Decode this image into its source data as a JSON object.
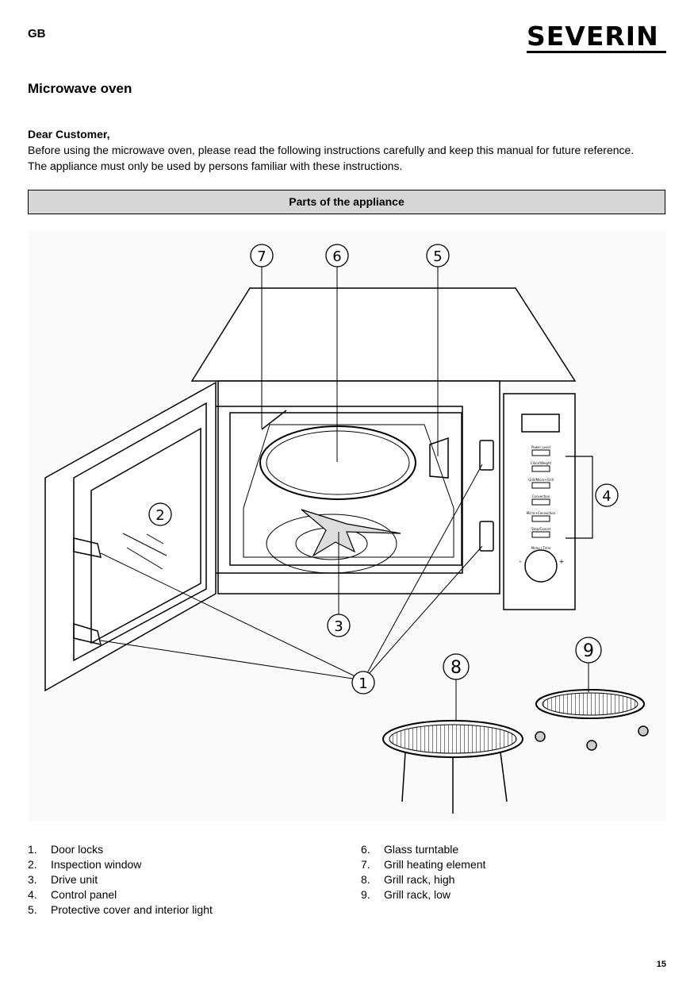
{
  "header": {
    "language": "GB",
    "brand": "SEVERIN"
  },
  "title": "Microwave oven",
  "greeting": "Dear Customer,",
  "intro": "Before using the microwave oven, please read the following instructions carefully and keep this manual for future reference. The appliance must only be used by persons familiar with these instructions.",
  "section_title": "Parts of the appliance",
  "figure": {
    "callouts": [
      "1",
      "2",
      "3",
      "4",
      "5",
      "6",
      "7",
      "8",
      "9"
    ],
    "panel_labels": [
      "Power Level",
      "Clock/Weight",
      "Grill/Micro+Grill",
      "Convection",
      "Micro+Convection",
      "Stop/Cancel",
      "Menu / Time",
      "-",
      "+"
    ]
  },
  "parts": [
    {
      "num": "1.",
      "label": "Door locks"
    },
    {
      "num": "2.",
      "label": "Inspection window"
    },
    {
      "num": "3.",
      "label": "Drive unit"
    },
    {
      "num": "4.",
      "label": "Control panel"
    },
    {
      "num": "5.",
      "label": "Protective cover and interior light"
    },
    {
      "num": "6.",
      "label": "Glass turntable"
    },
    {
      "num": "7.",
      "label": "Grill heating element"
    },
    {
      "num": "8.",
      "label": "Grill rack, high"
    },
    {
      "num": "9.",
      "label": "Grill rack, low"
    }
  ],
  "page_number": "15"
}
